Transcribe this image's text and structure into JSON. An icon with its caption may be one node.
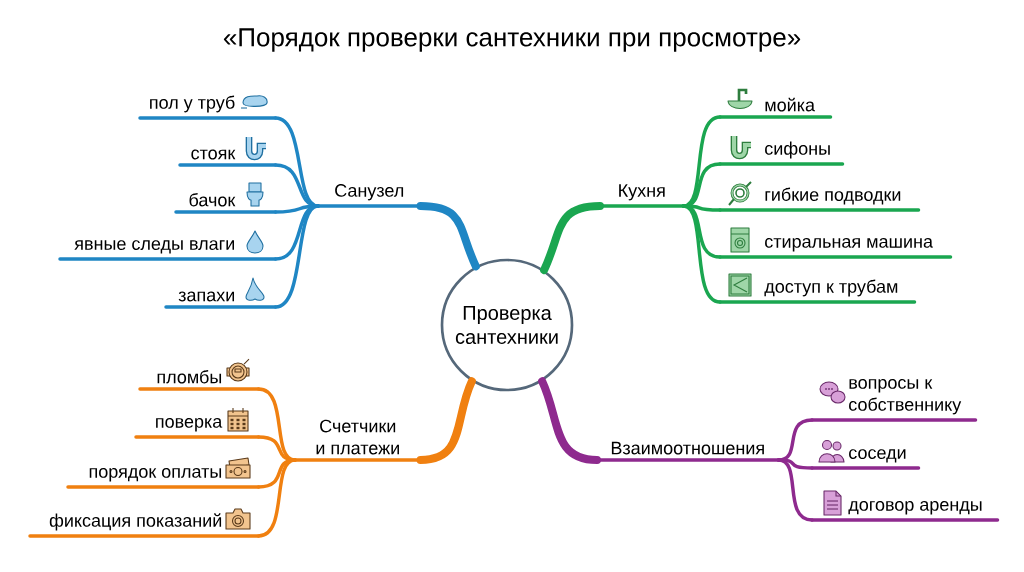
{
  "diagram": {
    "title": "«Порядок проверки сантехники при просмотре»",
    "nodes": [
      {
        "text": [
          "Проверка сантехники"
        ]
      },
      {
        "text": [
          "Санузел"
        ]
      },
      {
        "text": [
          "пол у труб"
        ]
      },
      {
        "text": [
          "стояк"
        ]
      },
      {
        "text": [
          "бачок"
        ]
      },
      {
        "text": [
          "явные следы влаги"
        ]
      },
      {
        "text": [
          "запахи"
        ]
      },
      {
        "text": [
          "Кухня"
        ]
      },
      {
        "text": [
          "мойка"
        ]
      },
      {
        "text": [
          "сифоны"
        ]
      },
      {
        "text": [
          "гибкие подводки"
        ]
      },
      {
        "text": [
          "стиральная машина"
        ]
      },
      {
        "text": [
          "доступ к трубам"
        ]
      },
      {
        "text": [
          "Счетчики и платежи"
        ]
      },
      {
        "text": [
          "пломбы"
        ]
      },
      {
        "text": [
          "поверка"
        ]
      },
      {
        "text": [
          "порядок оплаты"
        ]
      },
      {
        "text": [
          "фиксация показаний"
        ]
      },
      {
        "text": [
          "Взаимоотношения"
        ]
      },
      {
        "text": [
          "вопросы к собственнику"
        ]
      },
      {
        "text": [
          "соседи"
        ]
      },
      {
        "text": [
          "договор аренды"
        ]
      }
    ],
    "edges": [
      {
        "from": 0,
        "to": 1,
        "arrow": "none",
        "style": "thick",
        "color": "#1f86c4"
      },
      {
        "from": 1,
        "to": 2,
        "arrow": "none",
        "color": "#1f86c4"
      },
      {
        "from": 1,
        "to": 3,
        "arrow": "none",
        "color": "#1f86c4"
      },
      {
        "from": 1,
        "to": 4,
        "arrow": "none",
        "color": "#1f86c4"
      },
      {
        "from": 1,
        "to": 5,
        "arrow": "none",
        "color": "#1f86c4"
      },
      {
        "from": 1,
        "to": 6,
        "arrow": "none",
        "color": "#1f86c4"
      },
      {
        "from": 0,
        "to": 7,
        "arrow": "none",
        "style": "thick",
        "color": "#1aa650"
      },
      {
        "from": 7,
        "to": 8,
        "arrow": "none",
        "color": "#1aa650"
      },
      {
        "from": 7,
        "to": 9,
        "arrow": "none",
        "color": "#1aa650"
      },
      {
        "from": 7,
        "to": 10,
        "arrow": "none",
        "color": "#1aa650"
      },
      {
        "from": 7,
        "to": 11,
        "arrow": "none",
        "color": "#1aa650"
      },
      {
        "from": 7,
        "to": 12,
        "arrow": "none",
        "color": "#1aa650"
      },
      {
        "from": 0,
        "to": 13,
        "arrow": "none",
        "style": "thick",
        "color": "#f08010"
      },
      {
        "from": 13,
        "to": 14,
        "arrow": "none",
        "color": "#f08010"
      },
      {
        "from": 13,
        "to": 15,
        "arrow": "none",
        "color": "#f08010"
      },
      {
        "from": 13,
        "to": 16,
        "arrow": "none",
        "color": "#f08010"
      },
      {
        "from": 13,
        "to": 17,
        "arrow": "none",
        "color": "#f08010"
      },
      {
        "from": 0,
        "to": 18,
        "arrow": "none",
        "style": "thick",
        "color": "#8e2a8e"
      },
      {
        "from": 18,
        "to": 19,
        "arrow": "none",
        "color": "#8e2a8e"
      },
      {
        "from": 18,
        "to": 20,
        "arrow": "none",
        "color": "#8e2a8e"
      },
      {
        "from": 18,
        "to": 21,
        "arrow": "none",
        "color": "#8e2a8e"
      }
    ]
  }
}
